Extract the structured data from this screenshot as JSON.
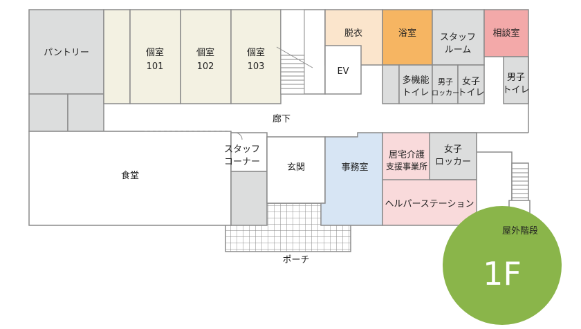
{
  "floor": {
    "badge": "1F",
    "badge_color": "#8ab54a"
  },
  "rooms": {
    "pantry": "パントリー",
    "private_room_1": [
      "個室",
      "101"
    ],
    "private_room_2": [
      "個室",
      "102"
    ],
    "private_room_3": [
      "個室",
      "103"
    ],
    "changing_room": "脱衣",
    "bath": "浴室",
    "staff_room": [
      "スタッフ",
      "ルーム"
    ],
    "consultation_room": "相談室",
    "elevator": "EV",
    "multipurpose_toilet": [
      "多機能",
      "トイレ"
    ],
    "mens_locker": [
      "男子",
      "ロッカー"
    ],
    "womens_toilet": [
      "女子",
      "トイレ"
    ],
    "mens_toilet": [
      "男子",
      "トイレ"
    ],
    "corridor": "廊下",
    "dining": "食堂",
    "staff_corner": [
      "スタッフ",
      "コーナー"
    ],
    "entrance": "玄関",
    "office": "事務室",
    "home_care_office": [
      "居宅介護",
      "支援事業所"
    ],
    "womens_locker": [
      "女子",
      "ロッカー"
    ],
    "helper_station": "ヘルパーステーション",
    "porch": "ポーチ",
    "outdoor_stairs": "屋外階段"
  },
  "colors": {
    "wall": "#8a8a8a",
    "gray_room": "#dcdddd",
    "cream_room": "#f3f1e2",
    "changing_room": "#fbe5cc",
    "bath": "#f6b562",
    "consultation": "#f3a9a9",
    "office": "#d7e5f4",
    "helper": "#f9dadb",
    "white": "#ffffff"
  }
}
